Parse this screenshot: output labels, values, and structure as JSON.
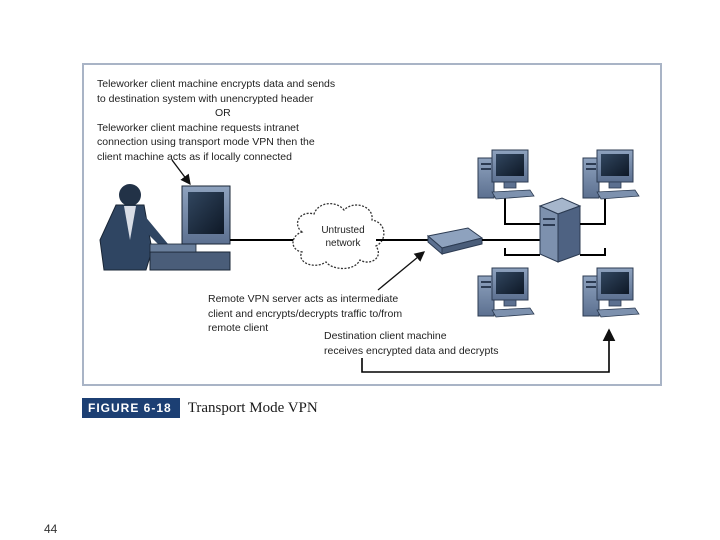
{
  "annotations": {
    "teleworker": [
      "Teleworker client machine encrypts data and sends",
      "to destination system with unencrypted header",
      "OR",
      "Teleworker client machine requests intranet",
      "connection using transport mode VPN then the",
      "client machine acts as if locally connected"
    ],
    "cloud": [
      "Untrusted",
      "network"
    ],
    "vpn_server": [
      "Remote VPN server acts as intermediate",
      "client and encrypts/decrypts traffic to/from",
      "remote client"
    ],
    "destination": [
      "Destination client machine",
      "receives encrypted data and decrypts"
    ]
  },
  "caption": {
    "tag": "FIGURE 6-18",
    "title": "Transport Mode VPN"
  },
  "slide_number": "44",
  "colors": {
    "frame_border": "#a9b4c6",
    "caption_tag_bg": "#1c3f73",
    "computer_body": "#6f86a6",
    "computer_screen": "#1b2a40"
  }
}
